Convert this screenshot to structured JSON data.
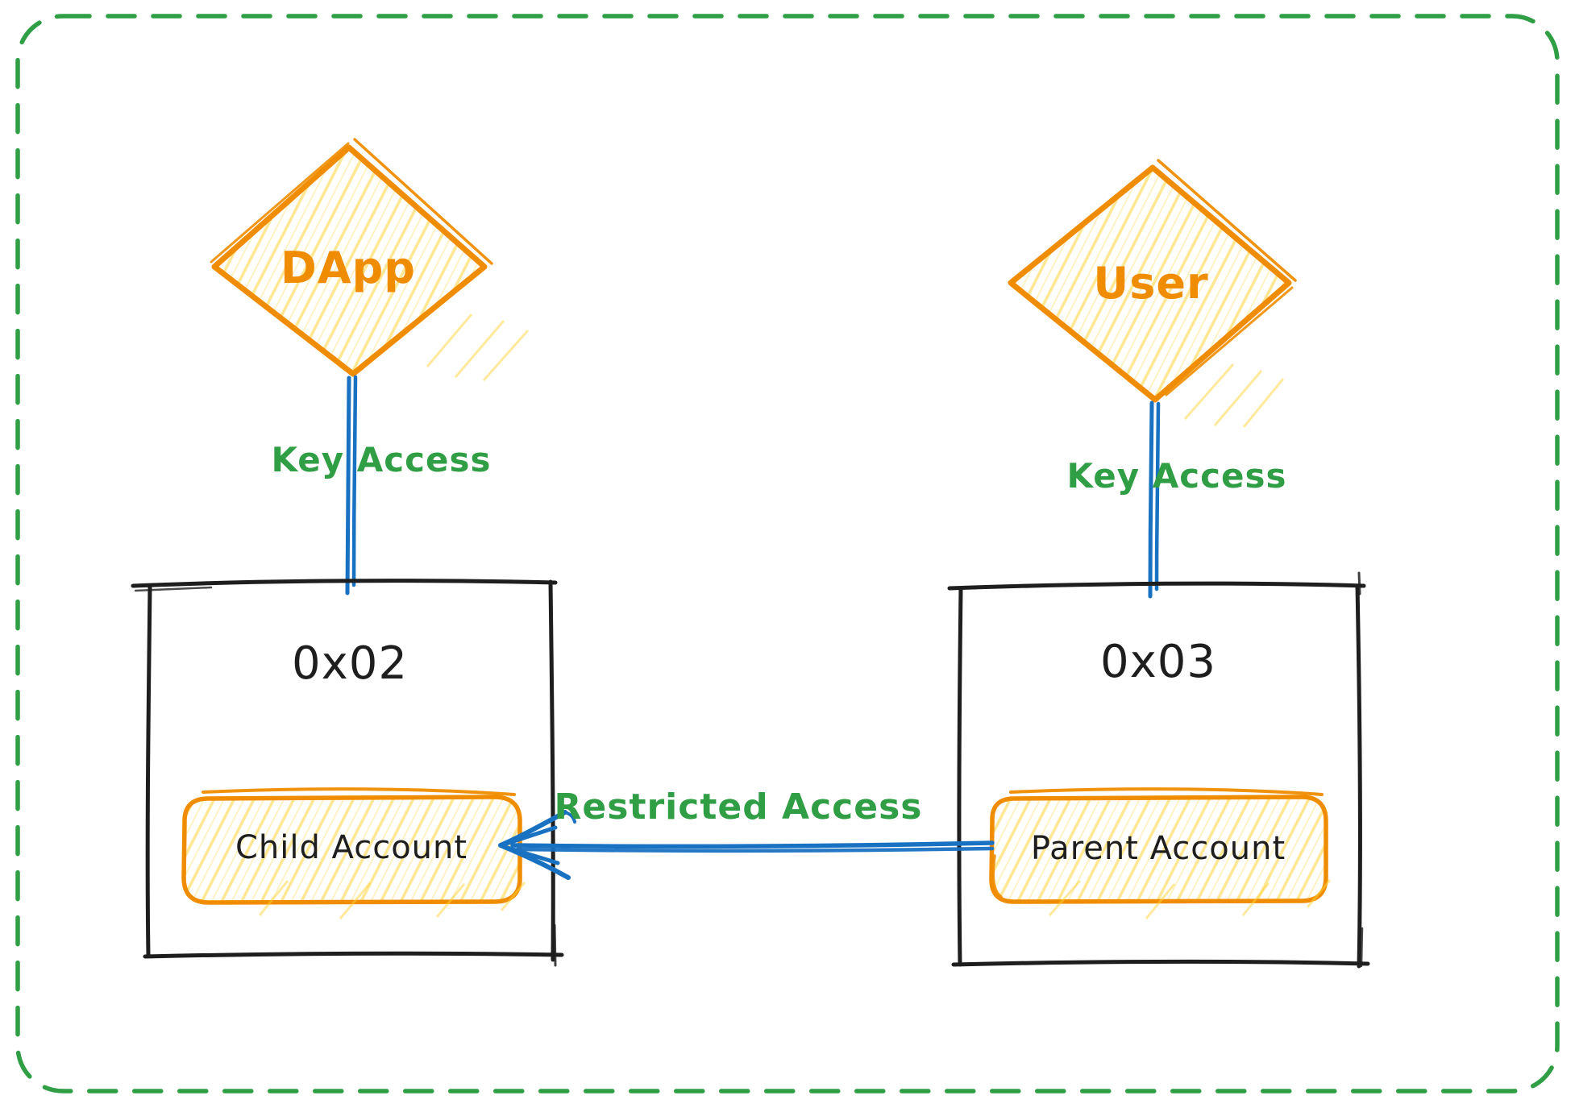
{
  "frame": {
    "style": "dashed-rounded-border"
  },
  "colors": {
    "frame_green": "#2f9e44",
    "label_green": "#2f9e44",
    "shape_orange": "#f08c00",
    "hachure_fill": "#ffd43b",
    "arrow_blue": "#1971c2",
    "ink": "#1e1e1e",
    "background": "#ffffff"
  },
  "nodes": {
    "dapp": {
      "label": "DApp",
      "shape": "diamond"
    },
    "user": {
      "label": "User",
      "shape": "diamond"
    },
    "account_left": {
      "label": "0x02",
      "shape": "rectangle"
    },
    "account_right": {
      "label": "0x03",
      "shape": "rectangle"
    },
    "child_account": {
      "label": "Child Account",
      "shape": "rounded-rectangle"
    },
    "parent_account": {
      "label": "Parent Account",
      "shape": "rounded-rectangle"
    }
  },
  "edges": {
    "dapp_to_account_left": {
      "label": "Key Access",
      "from": "DApp",
      "to": "0x02"
    },
    "user_to_account_right": {
      "label": "Key Access",
      "from": "User",
      "to": "0x03"
    },
    "parent_to_child": {
      "label": "Restricted Access",
      "from": "Parent Account",
      "to": "Child Account"
    }
  }
}
